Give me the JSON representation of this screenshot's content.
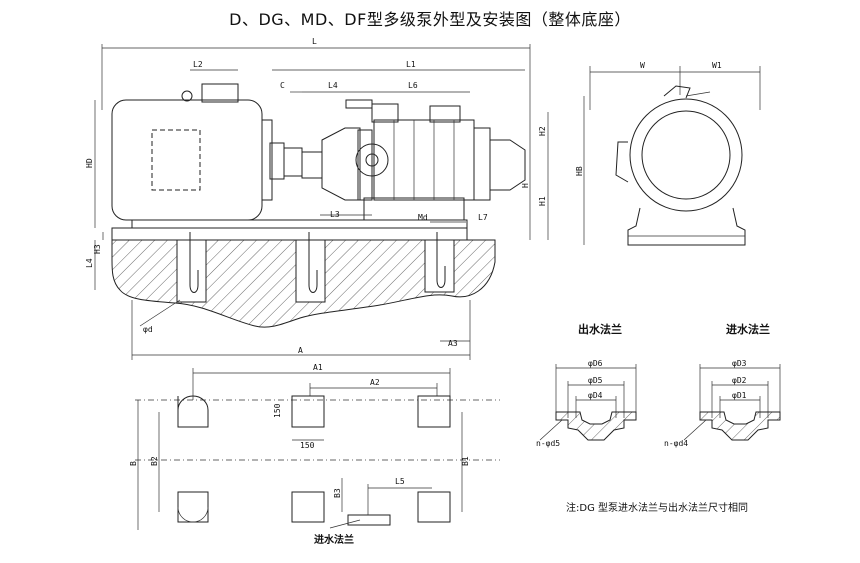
{
  "title": "D、DG、MD、DF型多级泵外型及安装图（整体底座）",
  "dims": {
    "L": "L",
    "L1": "L1",
    "L2": "L2",
    "L3": "L3",
    "L4": "L4",
    "L6": "L6",
    "L7": "L7",
    "C": "C",
    "HD": "HD",
    "H": "H",
    "H1": "H1",
    "H2": "H2",
    "H3": "H3",
    "Md": "Md",
    "A": "A",
    "A1": "A1",
    "A2": "A2",
    "A3": "A3",
    "phid": "φd",
    "W": "W",
    "W1": "W1",
    "HB": "HB",
    "B": "B",
    "B1": "B1",
    "B2": "B2",
    "B3": "B3",
    "L5": "L5",
    "L4b": "L4",
    "s150a": "150",
    "s150b": "150",
    "D6": "φD6",
    "D5": "φD5",
    "D4": "φD4",
    "nd5": "n-φd5",
    "D3": "φD3",
    "D2": "φD2",
    "D1": "φD1",
    "nd4": "n-φd4"
  },
  "labels": {
    "outlet_flange": "出水法兰",
    "inlet_flange": "进水法兰",
    "inlet_flange_small": "进水法兰",
    "note": "注:DG 型泵进水法兰与出水法兰尺寸相同"
  }
}
